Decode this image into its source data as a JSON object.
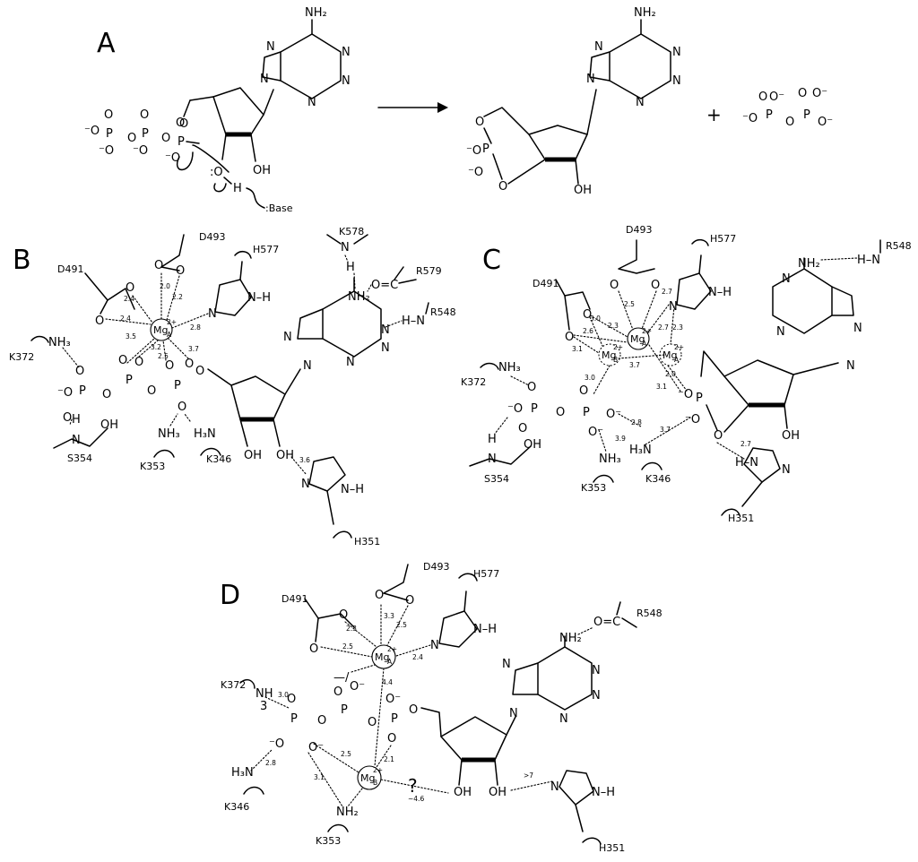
{
  "panels": {
    "A": {
      "label": "A",
      "base_label": ":Base",
      "attack_o": ":O",
      "attack_h": "H",
      "plus": "+",
      "product_nh2": "NH₂",
      "substrate_nh2": "NH₂",
      "oh": "OH"
    },
    "B": {
      "label": "B",
      "residues": [
        "D493",
        "D491",
        "H577",
        "K578",
        "R579",
        "R548",
        "K372",
        "S354",
        "K353",
        "K346",
        "H351"
      ],
      "metal": "Mg",
      "metal_sub": "A",
      "metal_charge": "2+",
      "distances": [
        "2.4",
        "2.0",
        "2.2",
        "2.4",
        "2.8",
        "3.5",
        "3.2",
        "2.5",
        "3.7",
        "3.6"
      ]
    },
    "C": {
      "label": "C",
      "residues": [
        "D493",
        "H577",
        "R548",
        "D491",
        "K372",
        "S354",
        "K353",
        "K346",
        "H351"
      ],
      "metal_a": "Mg",
      "metal_a_sub": "A",
      "metal_b": "Mg",
      "metal_b_sub": "B",
      "metal_a2": "Mg",
      "metal_a2_sub": "A",
      "metal_charge": "2+",
      "distances": [
        "2.3",
        "2.5",
        "2.7",
        "3.0",
        "2.6",
        "3.1",
        "2.7",
        "2.3",
        "3.7",
        "2.0",
        "3.0",
        "3.1",
        "2.8",
        "3.9",
        "3.7",
        "2.7"
      ]
    },
    "D": {
      "label": "D",
      "residues": [
        "D493",
        "H577",
        "R548",
        "D491",
        "K372",
        "K346",
        "K353",
        "H351"
      ],
      "metal_a": "Mg",
      "metal_a_sub": "A",
      "metal_b": "Mg",
      "metal_b_sub": "B",
      "metal_charge": "2+",
      "question": "?",
      "distances": [
        "2.3",
        "3.3",
        "2.5",
        "2.5",
        "2.4",
        "3.0",
        "4.4",
        "2.8",
        "2.5",
        "2.1",
        "3.1",
        "~4.6",
        ">7"
      ]
    }
  }
}
